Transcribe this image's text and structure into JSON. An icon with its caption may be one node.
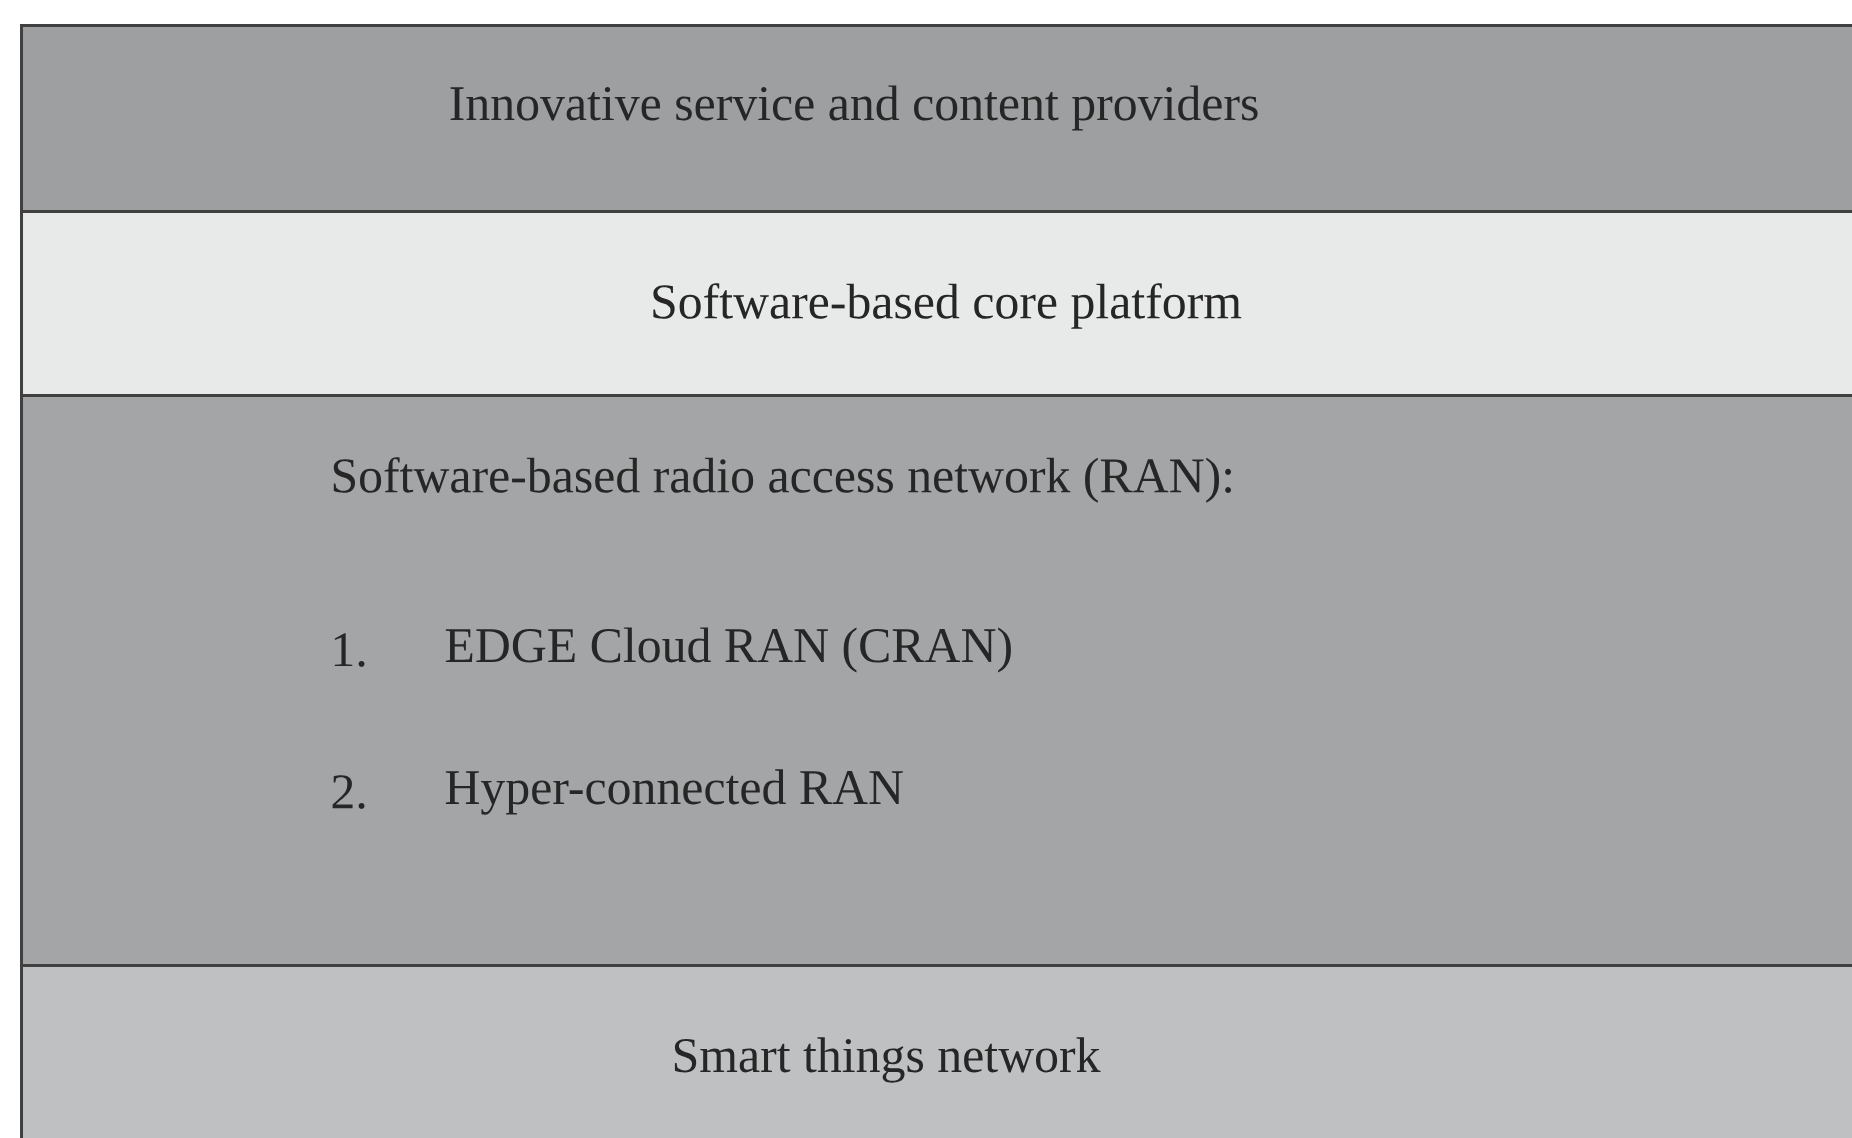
{
  "diagram": {
    "nodes": [
      {
        "text": [
          "Innovative service and content providers"
        ]
      },
      {
        "text": [
          "Software-based core platform"
        ]
      },
      {
        "text": [
          "Software-based radio access network (RAN):",
          "1.",
          "EDGE Cloud RAN (CRAN)",
          "2.",
          "Hyper-connected RAN"
        ]
      },
      {
        "text": [
          "Smart things network"
        ]
      }
    ]
  }
}
